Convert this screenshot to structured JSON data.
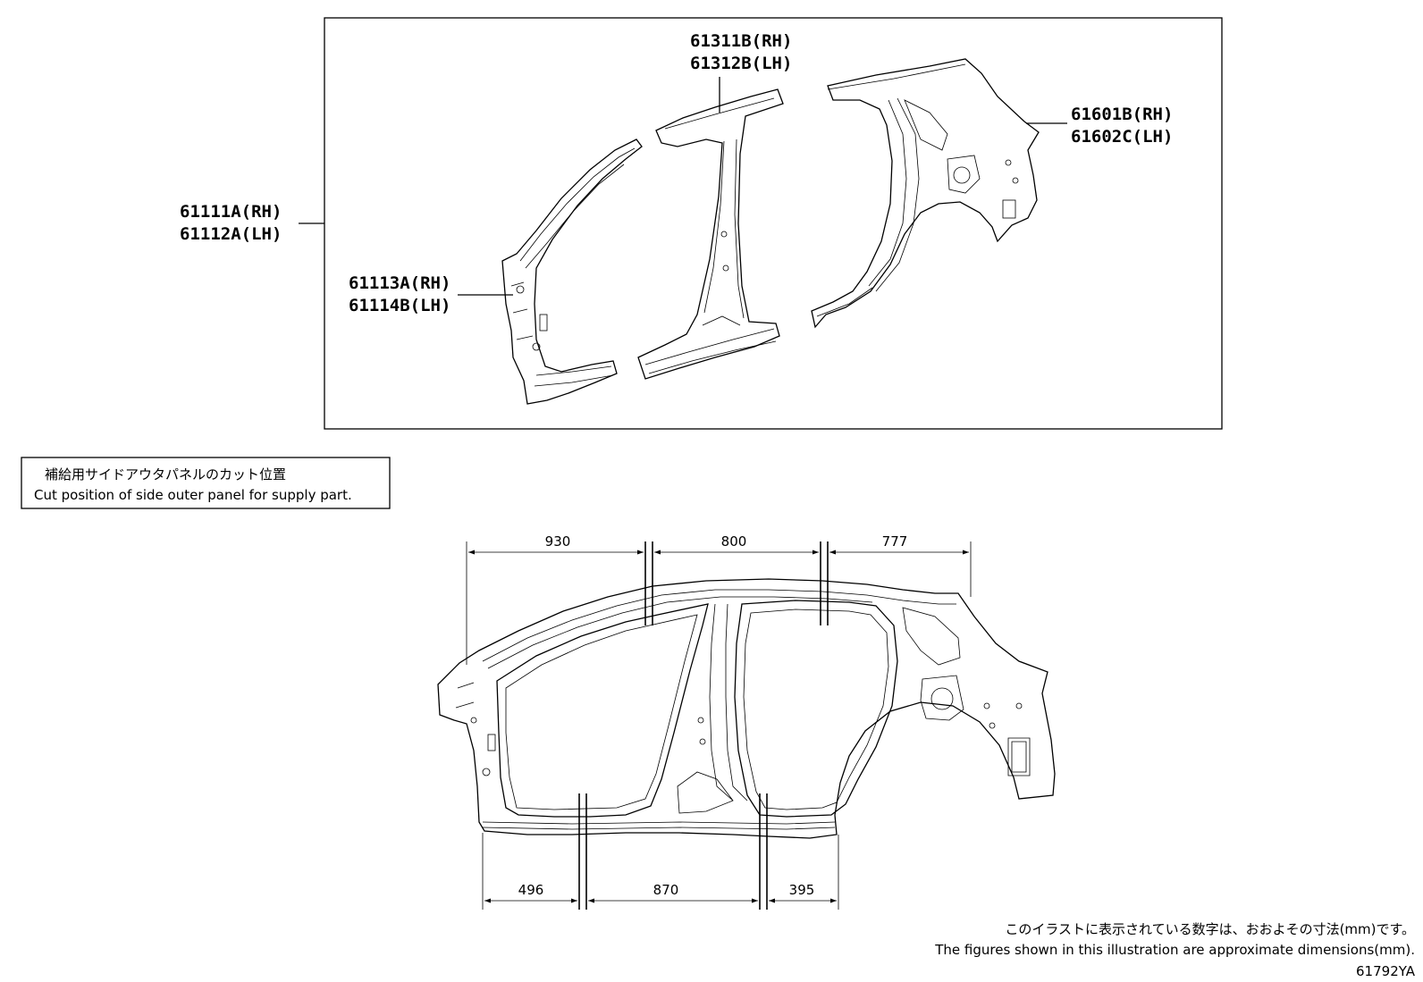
{
  "parts": {
    "front_pillar": {
      "rh": "61111A(RH)",
      "lh": "61112A(LH)"
    },
    "lower_front": {
      "rh": "61113A(RH)",
      "lh": "61114B(LH)"
    },
    "center_pillar": {
      "rh": "61311B(RH)",
      "lh": "61312B(LH)"
    },
    "quarter_panel": {
      "rh": "61601B(RH)",
      "lh": "61602C(LH)"
    }
  },
  "cut_note": {
    "jp": "補給用サイドアウタパネルのカット位置",
    "en": "Cut position of side outer panel for supply part."
  },
  "dimensions": {
    "top": [
      "930",
      "800",
      "777"
    ],
    "bottom": [
      "496",
      "870",
      "395"
    ]
  },
  "footer": {
    "jp": "このイラストに表示されている数字は、おおよその寸法(mm)です。",
    "en": "The figures shown in this illustration are approximate dimensions(mm).",
    "code": "61792YA"
  }
}
